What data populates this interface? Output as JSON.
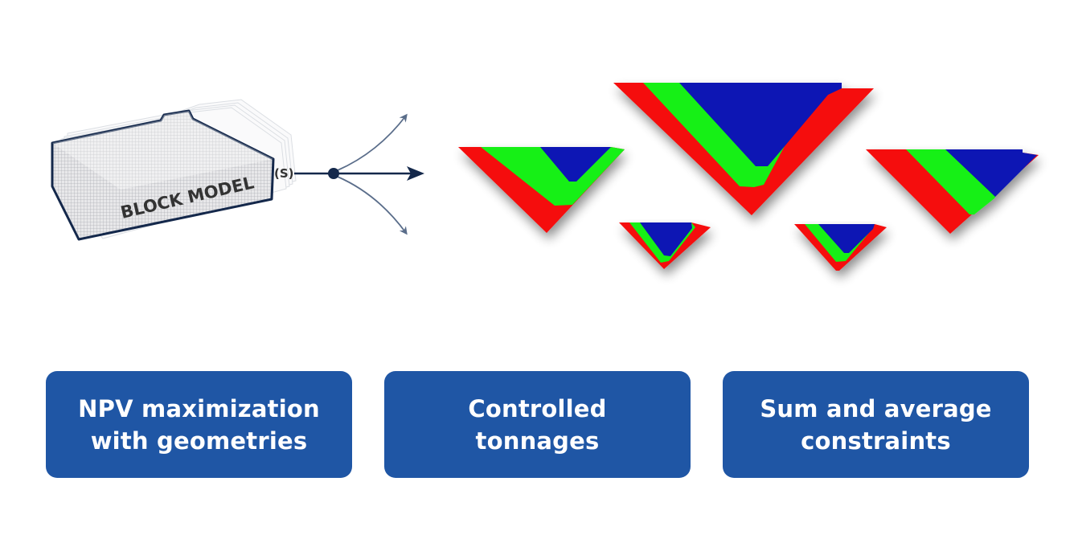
{
  "diagram": {
    "block_model_label": "BLOCK MODEL",
    "scenarios_label": "(S)",
    "colors": {
      "navy": "#14284b",
      "arrow_gray": "#5a6d8a",
      "pit_red": "#f50a0a",
      "pit_green": "#14f014",
      "pit_blue": "#0a14b4",
      "box_blue": "#1f56a5"
    },
    "pit_shells": [
      {
        "name": "pit-shell-left"
      },
      {
        "name": "pit-shell-large-center"
      },
      {
        "name": "pit-shell-small-1"
      },
      {
        "name": "pit-shell-small-2"
      },
      {
        "name": "pit-shell-right"
      }
    ]
  },
  "features": [
    {
      "line1": "NPV maximization",
      "line2": "with geometries"
    },
    {
      "line1": "Controlled",
      "line2": "tonnages"
    },
    {
      "line1": "Sum and average",
      "line2": "constraints"
    }
  ]
}
